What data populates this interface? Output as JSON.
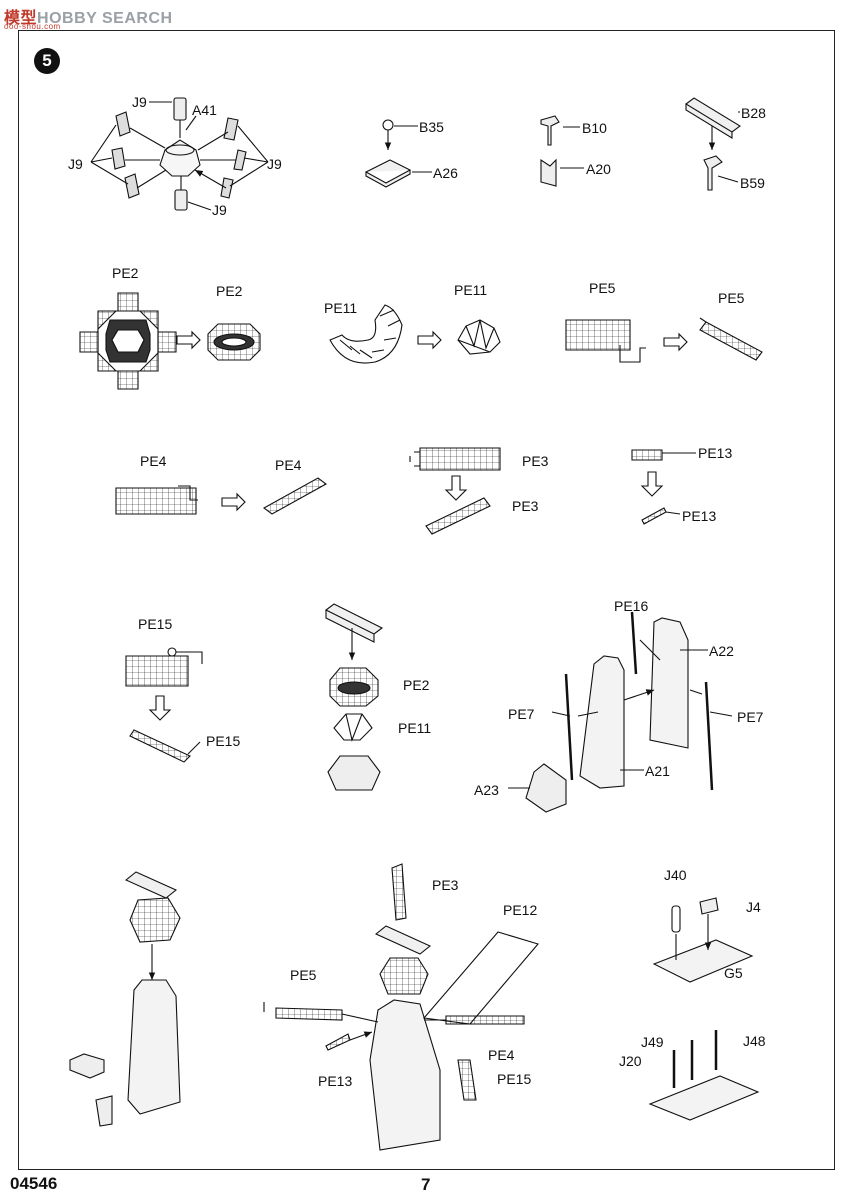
{
  "watermark": {
    "chars": [
      "模",
      "型"
    ],
    "fill": "HOBBY",
    "tail": " SEARCH",
    "sub": "ooo-shou.com"
  },
  "step_number": "5",
  "footer": {
    "product_code": "04546",
    "page_number": "7"
  },
  "labels": {
    "j9_top": "J9",
    "a41": "A41",
    "j9_left": "J9",
    "j9_right": "J9",
    "j9_bottom": "J9",
    "b35": "B35",
    "a26": "A26",
    "b10": "B10",
    "a20": "A20",
    "b28": "B28",
    "b59": "B59",
    "pe2_a": "PE2",
    "pe2_b": "PE2",
    "pe11_a": "PE11",
    "pe11_b": "PE11",
    "pe5_a": "PE5",
    "pe5_b": "PE5",
    "pe4_a": "PE4",
    "pe4_b": "PE4",
    "pe3_a": "PE3",
    "pe3_b": "PE3",
    "pe13_a": "PE13",
    "pe13_b": "PE13",
    "pe15_a": "PE15",
    "pe15_b": "PE15",
    "pe2_c": "PE2",
    "pe11_c": "PE11",
    "pe16": "PE16",
    "a22": "A22",
    "pe7_l": "PE7",
    "pe7_r": "PE7",
    "a21": "A21",
    "a23": "A23",
    "pe3_c": "PE3",
    "pe12": "PE12",
    "pe5_c": "PE5",
    "pe4_c": "PE4",
    "pe13_c": "PE13",
    "pe15_c": "PE15",
    "j40": "J40",
    "j4": "J4",
    "g5": "G5",
    "j49": "J49",
    "j48": "J48",
    "j20": "J20"
  }
}
